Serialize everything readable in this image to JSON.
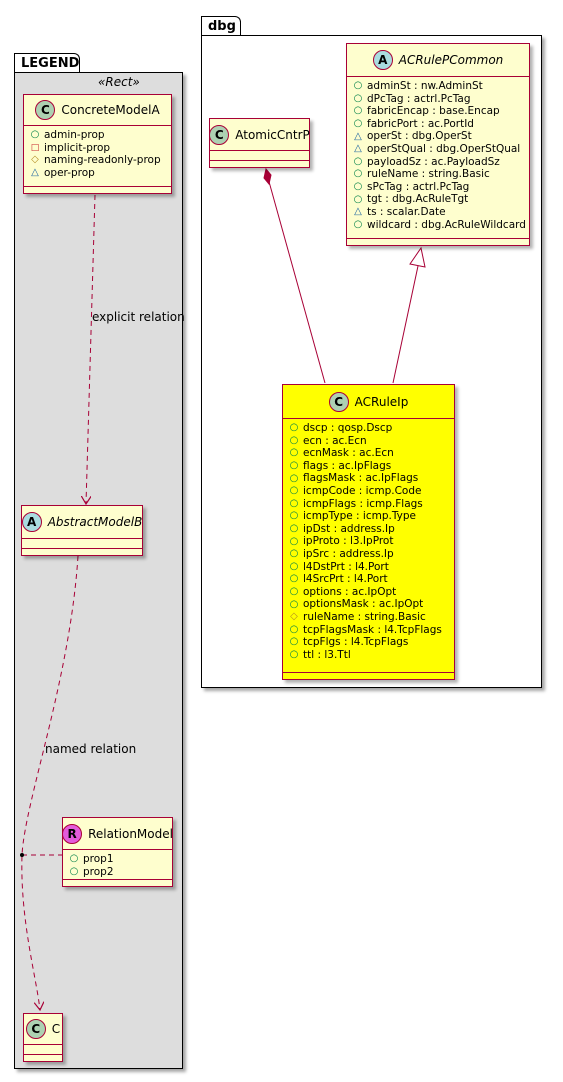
{
  "legend": {
    "title": "LEGEND",
    "stereotype": "«Rect»",
    "concrete_model": {
      "name": "ConcreteModelA",
      "badge": "C",
      "attributes": [
        {
          "vis": "public",
          "text": "admin-prop"
        },
        {
          "vis": "private",
          "text": "implicit-prop"
        },
        {
          "vis": "protected",
          "text": "naming-readonly-prop"
        },
        {
          "vis": "package",
          "text": "oper-prop"
        }
      ]
    },
    "abstract_model": {
      "name": "AbstractModelB",
      "badge": "A"
    },
    "relation_model": {
      "name": "RelationModel",
      "badge": "R",
      "attributes": [
        {
          "vis": "public",
          "text": "prop1"
        },
        {
          "vis": "public",
          "text": "prop2"
        }
      ]
    },
    "target_class": {
      "name": "C",
      "badge": "C"
    },
    "explicit_relation_label": "explicit relation",
    "named_relation_label": "named relation"
  },
  "dbg": {
    "title": "dbg",
    "common": {
      "name": "ACRulePCommon",
      "badge": "A",
      "attributes": [
        {
          "vis": "public",
          "text": "adminSt : nw.AdminSt"
        },
        {
          "vis": "public",
          "text": "dPcTag : actrl.PcTag"
        },
        {
          "vis": "public",
          "text": "fabricEncap : base.Encap"
        },
        {
          "vis": "public",
          "text": "fabricPort : ac.PortId"
        },
        {
          "vis": "package",
          "text": "operSt : dbg.OperSt"
        },
        {
          "vis": "package",
          "text": "operStQual : dbg.OperStQual"
        },
        {
          "vis": "public",
          "text": "payloadSz : ac.PayloadSz"
        },
        {
          "vis": "public",
          "text": "ruleName : string.Basic"
        },
        {
          "vis": "public",
          "text": "sPcTag : actrl.PcTag"
        },
        {
          "vis": "public",
          "text": "tgt : dbg.AcRuleTgt"
        },
        {
          "vis": "package",
          "text": "ts : scalar.Date"
        },
        {
          "vis": "public",
          "text": "wildcard : dbg.AcRuleWildcard"
        }
      ]
    },
    "atomic": {
      "name": "AtomicCntrP",
      "badge": "C"
    },
    "rule": {
      "name": "ACRuleIp",
      "badge": "C",
      "attributes": [
        {
          "vis": "public",
          "text": "dscp : qosp.Dscp"
        },
        {
          "vis": "public",
          "text": "ecn : ac.Ecn"
        },
        {
          "vis": "public",
          "text": "ecnMask : ac.Ecn"
        },
        {
          "vis": "public",
          "text": "flags : ac.IpFlags"
        },
        {
          "vis": "public",
          "text": "flagsMask : ac.IpFlags"
        },
        {
          "vis": "public",
          "text": "icmpCode : icmp.Code"
        },
        {
          "vis": "public",
          "text": "icmpFlags : icmp.Flags"
        },
        {
          "vis": "public",
          "text": "icmpType : icmp.Type"
        },
        {
          "vis": "public",
          "text": "ipDst : address.Ip"
        },
        {
          "vis": "public",
          "text": "ipProto : l3.IpProt"
        },
        {
          "vis": "public",
          "text": "ipSrc : address.Ip"
        },
        {
          "vis": "public",
          "text": "l4DstPrt : l4.Port"
        },
        {
          "vis": "public",
          "text": "l4SrcPrt : l4.Port"
        },
        {
          "vis": "public",
          "text": "options : ac.IpOpt"
        },
        {
          "vis": "public",
          "text": "optionsMask : ac.IpOpt"
        },
        {
          "vis": "protected",
          "text": "ruleName : string.Basic"
        },
        {
          "vis": "public",
          "text": "tcpFlagsMask : l4.TcpFlags"
        },
        {
          "vis": "public",
          "text": "tcpFlgs : l4.TcpFlags"
        },
        {
          "vis": "public",
          "text": "ttl : l3.Ttl"
        }
      ]
    }
  },
  "colors": {
    "class_fill": "#fefece",
    "class_border": "#a80036",
    "highlight_fill": "#ffff00",
    "legend_fill": "#dddddd",
    "badge_class": "#add1b2",
    "badge_abstract": "#a9dcdf",
    "badge_relation": "#e35bdb",
    "edge": "#a80036"
  },
  "icons": {
    "public": "circle-outline-icon",
    "private": "square-outline-icon",
    "protected": "diamond-outline-icon",
    "package": "triangle-outline-icon"
  }
}
